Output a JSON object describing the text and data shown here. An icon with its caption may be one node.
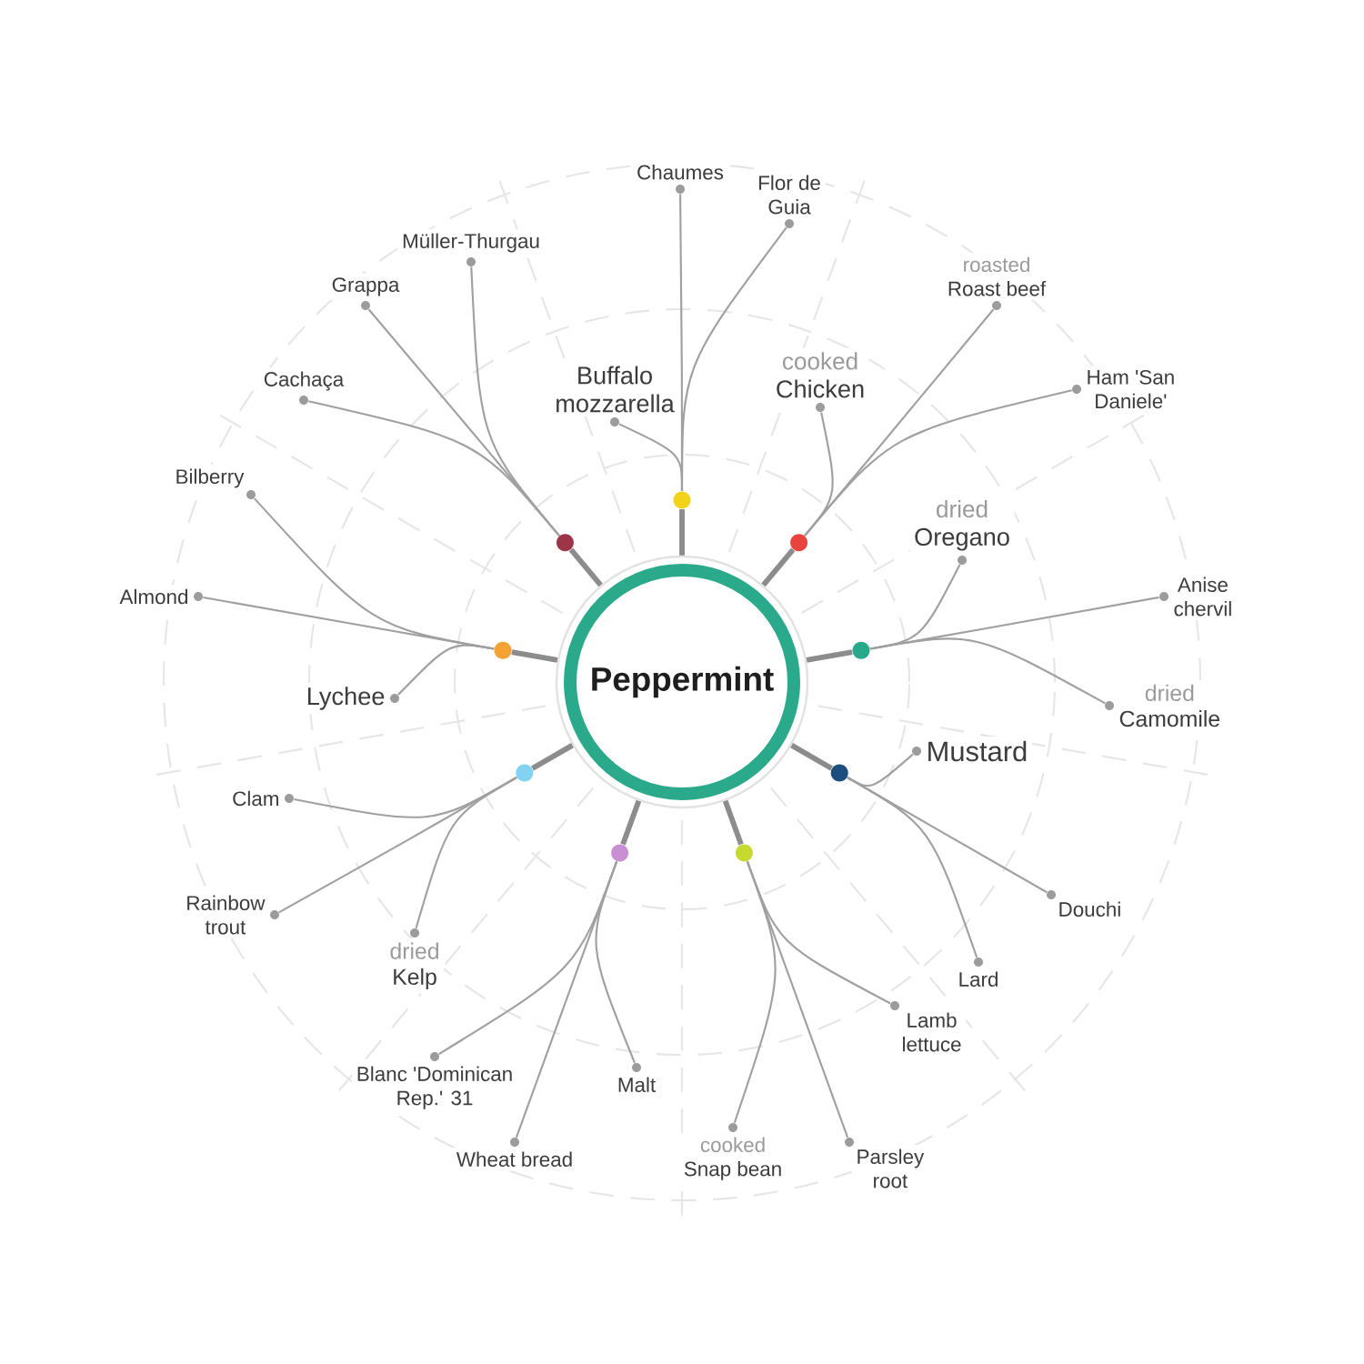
{
  "diagram": {
    "nodes": [
      {
        "text": [
          "Peppermint"
        ]
      },
      {
        "text": [],
        "shape": "circle"
      },
      {
        "text": [],
        "shape": "circle"
      },
      {
        "text": [],
        "shape": "circle"
      },
      {
        "text": [],
        "shape": "circle"
      },
      {
        "text": [],
        "shape": "circle"
      },
      {
        "text": [],
        "shape": "circle"
      },
      {
        "text": [],
        "shape": "circle"
      },
      {
        "text": [],
        "shape": "circle"
      },
      {
        "text": [],
        "shape": "circle"
      },
      {
        "text": [],
        "shape": "circle",
        "beside": [
          "Buffalo mozzarella"
        ]
      },
      {
        "text": [],
        "shape": "circle",
        "beside": [
          "Chaumes"
        ]
      },
      {
        "text": [],
        "shape": "circle",
        "beside": [
          "Flor de Guia"
        ]
      },
      {
        "text": [],
        "shape": "circle",
        "beside": [
          "cooked",
          "Chicken"
        ]
      },
      {
        "text": [],
        "shape": "circle",
        "beside": [
          "roasted",
          "Roast beef"
        ]
      },
      {
        "text": [],
        "shape": "circle",
        "beside": [
          "Ham 'San Daniele'"
        ]
      },
      {
        "text": [],
        "shape": "circle",
        "beside": [
          "dried",
          "Oregano"
        ]
      },
      {
        "text": [],
        "shape": "circle",
        "beside": [
          "Anise chervil"
        ]
      },
      {
        "text": [],
        "shape": "circle",
        "beside": [
          "dried",
          "Camomile"
        ]
      },
      {
        "text": [],
        "shape": "circle",
        "beside": [
          "Mustard"
        ]
      },
      {
        "text": [],
        "shape": "circle",
        "beside": [
          "Douchi"
        ]
      },
      {
        "text": [],
        "shape": "circle",
        "beside": [
          "Lard"
        ]
      },
      {
        "text": [],
        "shape": "circle",
        "beside": [
          "Lamb lettuce"
        ]
      },
      {
        "text": [],
        "shape": "circle",
        "beside": [
          "Parsley root"
        ]
      },
      {
        "text": [],
        "shape": "circle",
        "beside": [
          "cooked",
          "Snap bean"
        ]
      },
      {
        "text": [],
        "shape": "circle",
        "beside": [
          "Malt"
        ]
      },
      {
        "text": [],
        "shape": "circle",
        "beside": [
          "Wheat bread"
        ]
      },
      {
        "text": [],
        "shape": "circle",
        "beside": [
          "Blanc 'Dominican Rep.' 31"
        ]
      },
      {
        "text": [],
        "shape": "circle",
        "beside": [
          "dried",
          "Kelp"
        ]
      },
      {
        "text": [],
        "shape": "circle",
        "beside": [
          "Rainbow trout"
        ]
      },
      {
        "text": [],
        "shape": "circle",
        "beside": [
          "Clam"
        ]
      },
      {
        "text": [],
        "shape": "circle",
        "beside": [
          "Lychee"
        ]
      },
      {
        "text": [],
        "shape": "circle",
        "beside": [
          "Almond"
        ]
      },
      {
        "text": [],
        "shape": "circle",
        "beside": [
          "Bilberry"
        ]
      },
      {
        "text": [],
        "shape": "circle",
        "beside": [
          "Cachaça"
        ]
      },
      {
        "text": [],
        "shape": "circle",
        "beside": [
          "Grappa"
        ]
      },
      {
        "text": [],
        "shape": "circle",
        "beside": [
          "Müller-Thurgau"
        ]
      }
    ],
    "edges": [
      {
        "from": 0,
        "to": 1,
        "arrow": "none",
        "style": "thick"
      },
      {
        "from": 0,
        "to": 2,
        "arrow": "none",
        "style": "thick"
      },
      {
        "from": 0,
        "to": 3,
        "arrow": "none",
        "style": "thick"
      },
      {
        "from": 0,
        "to": 4,
        "arrow": "none",
        "style": "thick"
      },
      {
        "from": 0,
        "to": 5,
        "arrow": "none",
        "style": "thick"
      },
      {
        "from": 0,
        "to": 6,
        "arrow": "none",
        "style": "thick"
      },
      {
        "from": 0,
        "to": 7,
        "arrow": "none",
        "style": "thick"
      },
      {
        "from": 0,
        "to": 8,
        "arrow": "none",
        "style": "thick"
      },
      {
        "from": 0,
        "to": 9,
        "arrow": "none",
        "style": "thick"
      },
      {
        "from": 1,
        "to": 10,
        "arrow": "none"
      },
      {
        "from": 1,
        "to": 11,
        "arrow": "none"
      },
      {
        "from": 1,
        "to": 12,
        "arrow": "none"
      },
      {
        "from": 2,
        "to": 13,
        "arrow": "none"
      },
      {
        "from": 2,
        "to": 14,
        "arrow": "none"
      },
      {
        "from": 2,
        "to": 15,
        "arrow": "none"
      },
      {
        "from": 3,
        "to": 16,
        "arrow": "none"
      },
      {
        "from": 3,
        "to": 17,
        "arrow": "none"
      },
      {
        "from": 3,
        "to": 18,
        "arrow": "none"
      },
      {
        "from": 4,
        "to": 19,
        "arrow": "none"
      },
      {
        "from": 4,
        "to": 20,
        "arrow": "none"
      },
      {
        "from": 4,
        "to": 21,
        "arrow": "none"
      },
      {
        "from": 5,
        "to": 22,
        "arrow": "none"
      },
      {
        "from": 5,
        "to": 23,
        "arrow": "none"
      },
      {
        "from": 5,
        "to": 24,
        "arrow": "none"
      },
      {
        "from": 6,
        "to": 25,
        "arrow": "none"
      },
      {
        "from": 6,
        "to": 26,
        "arrow": "none"
      },
      {
        "from": 6,
        "to": 27,
        "arrow": "none"
      },
      {
        "from": 7,
        "to": 28,
        "arrow": "none"
      },
      {
        "from": 7,
        "to": 29,
        "arrow": "none"
      },
      {
        "from": 7,
        "to": 30,
        "arrow": "none"
      },
      {
        "from": 8,
        "to": 31,
        "arrow": "none"
      },
      {
        "from": 8,
        "to": 32,
        "arrow": "none"
      },
      {
        "from": 8,
        "to": 33,
        "arrow": "none"
      },
      {
        "from": 9,
        "to": 34,
        "arrow": "none"
      },
      {
        "from": 9,
        "to": 35,
        "arrow": "none"
      },
      {
        "from": 9,
        "to": 36,
        "arrow": "none"
      }
    ]
  }
}
